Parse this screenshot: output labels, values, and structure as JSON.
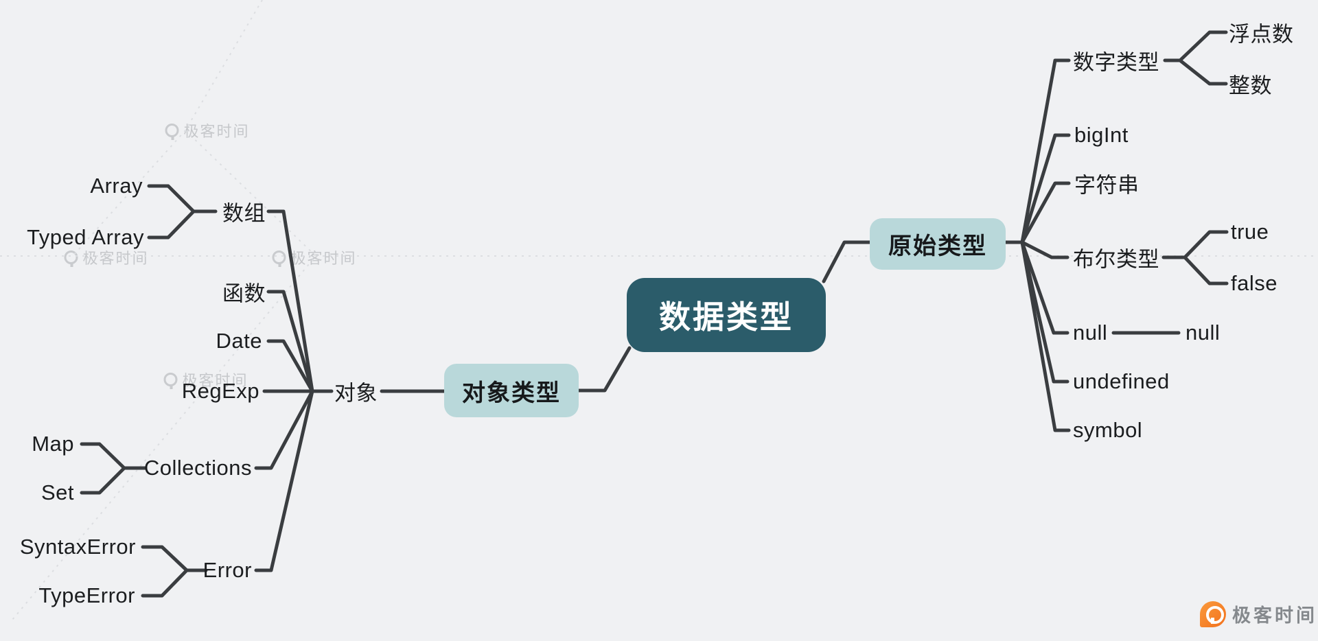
{
  "page": {
    "background": "#f0f1f3"
  },
  "palette": {
    "root_bg": "#2b5c6a",
    "root_text": "#ffffff",
    "branch_bg": "#b9d8da",
    "node_text": "#1b1d1f",
    "line": "#3a3d40",
    "watermark_gray": "#c6c8cb",
    "logo_orange": "#f2711c",
    "logo_text_gray": "#85898d"
  },
  "mindmap": {
    "root": {
      "label": "数据类型",
      "children": [
        {
          "label": "原始类型",
          "children": [
            {
              "label": "数字类型",
              "children": [
                {
                  "label": "浮点数"
                },
                {
                  "label": "整数"
                }
              ]
            },
            {
              "label": "bigInt"
            },
            {
              "label": "字符串"
            },
            {
              "label": "布尔类型",
              "children": [
                {
                  "label": "true"
                },
                {
                  "label": "false"
                }
              ]
            },
            {
              "label": "null",
              "children": [
                {
                  "label": "null"
                }
              ]
            },
            {
              "label": "undefined"
            },
            {
              "label": "symbol"
            }
          ]
        },
        {
          "label": "对象类型",
          "children": [
            {
              "label": "对象",
              "children": [
                {
                  "label": "数组",
                  "children": [
                    {
                      "label": "Array"
                    },
                    {
                      "label": "Typed Array"
                    }
                  ]
                },
                {
                  "label": "函数"
                },
                {
                  "label": "Date"
                },
                {
                  "label": "RegExp"
                },
                {
                  "label": "Collections",
                  "children": [
                    {
                      "label": "Map"
                    },
                    {
                      "label": "Set"
                    }
                  ]
                },
                {
                  "label": "Error",
                  "children": [
                    {
                      "label": "SyntaxError"
                    },
                    {
                      "label": "TypeError"
                    }
                  ]
                }
              ]
            }
          ]
        }
      ]
    }
  },
  "watermark": {
    "brand": "极客时间"
  },
  "footer_logo": {
    "brand": "极客时间"
  }
}
